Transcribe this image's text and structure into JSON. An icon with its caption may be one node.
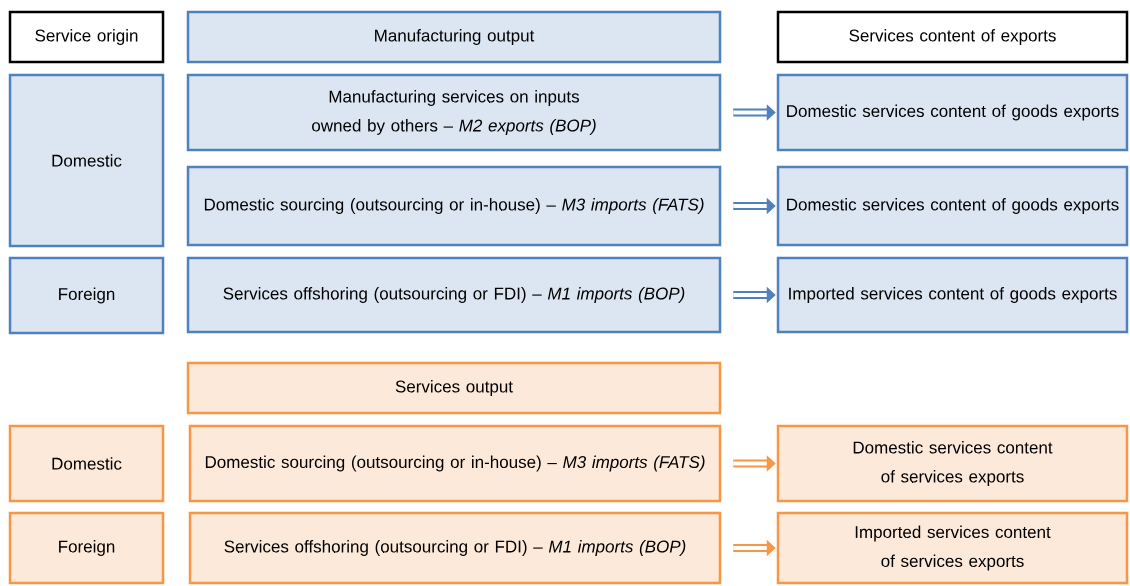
{
  "diagram": {
    "nodes": [
      {
        "text": [
          "Service origin"
        ]
      },
      {
        "text": [
          "Manufacturing output"
        ]
      },
      {
        "text": [
          "Services content of exports"
        ]
      },
      {
        "text": [
          "Domestic"
        ]
      },
      {
        "text": [
          "Manufacturing services on inputs owned by others – *M2 exports (BOP)*"
        ]
      },
      {
        "text": [
          "Domestic services content of goods exports"
        ]
      },
      {
        "text": [
          "Domestic sourcing (outsourcing or in-house) – *M3 imports (FATS)*"
        ]
      },
      {
        "text": [
          "Domestic services content of goods exports"
        ]
      },
      {
        "text": [
          "Foreign"
        ]
      },
      {
        "text": [
          "Services offshoring (outsourcing or FDI) – *M1 imports (BOP)*"
        ]
      },
      {
        "text": [
          "Imported services content of goods exports"
        ]
      },
      {
        "text": [
          "Services output"
        ]
      },
      {
        "text": [
          "Domestic"
        ]
      },
      {
        "text": [
          "Domestic sourcing (outsourcing or in-house) – *M3 imports (FATS)*"
        ]
      },
      {
        "text": [
          "Domestic services content of services exports"
        ]
      },
      {
        "text": [
          "Foreign"
        ]
      },
      {
        "text": [
          "Services offshoring (outsourcing or FDI) – *M1 imports (BOP)*"
        ]
      },
      {
        "text": [
          "Imported services content of services exports"
        ]
      }
    ],
    "edges": [
      {
        "from": 4,
        "to": 5,
        "arrow": "to"
      },
      {
        "from": 6,
        "to": 7,
        "arrow": "to"
      },
      {
        "from": 9,
        "to": 10,
        "arrow": "to"
      },
      {
        "from": 13,
        "to": 14,
        "arrow": "to",
        "color": "#f79646"
      },
      {
        "from": 16,
        "to": 17,
        "arrow": "to",
        "color": "#f79646"
      }
    ]
  }
}
